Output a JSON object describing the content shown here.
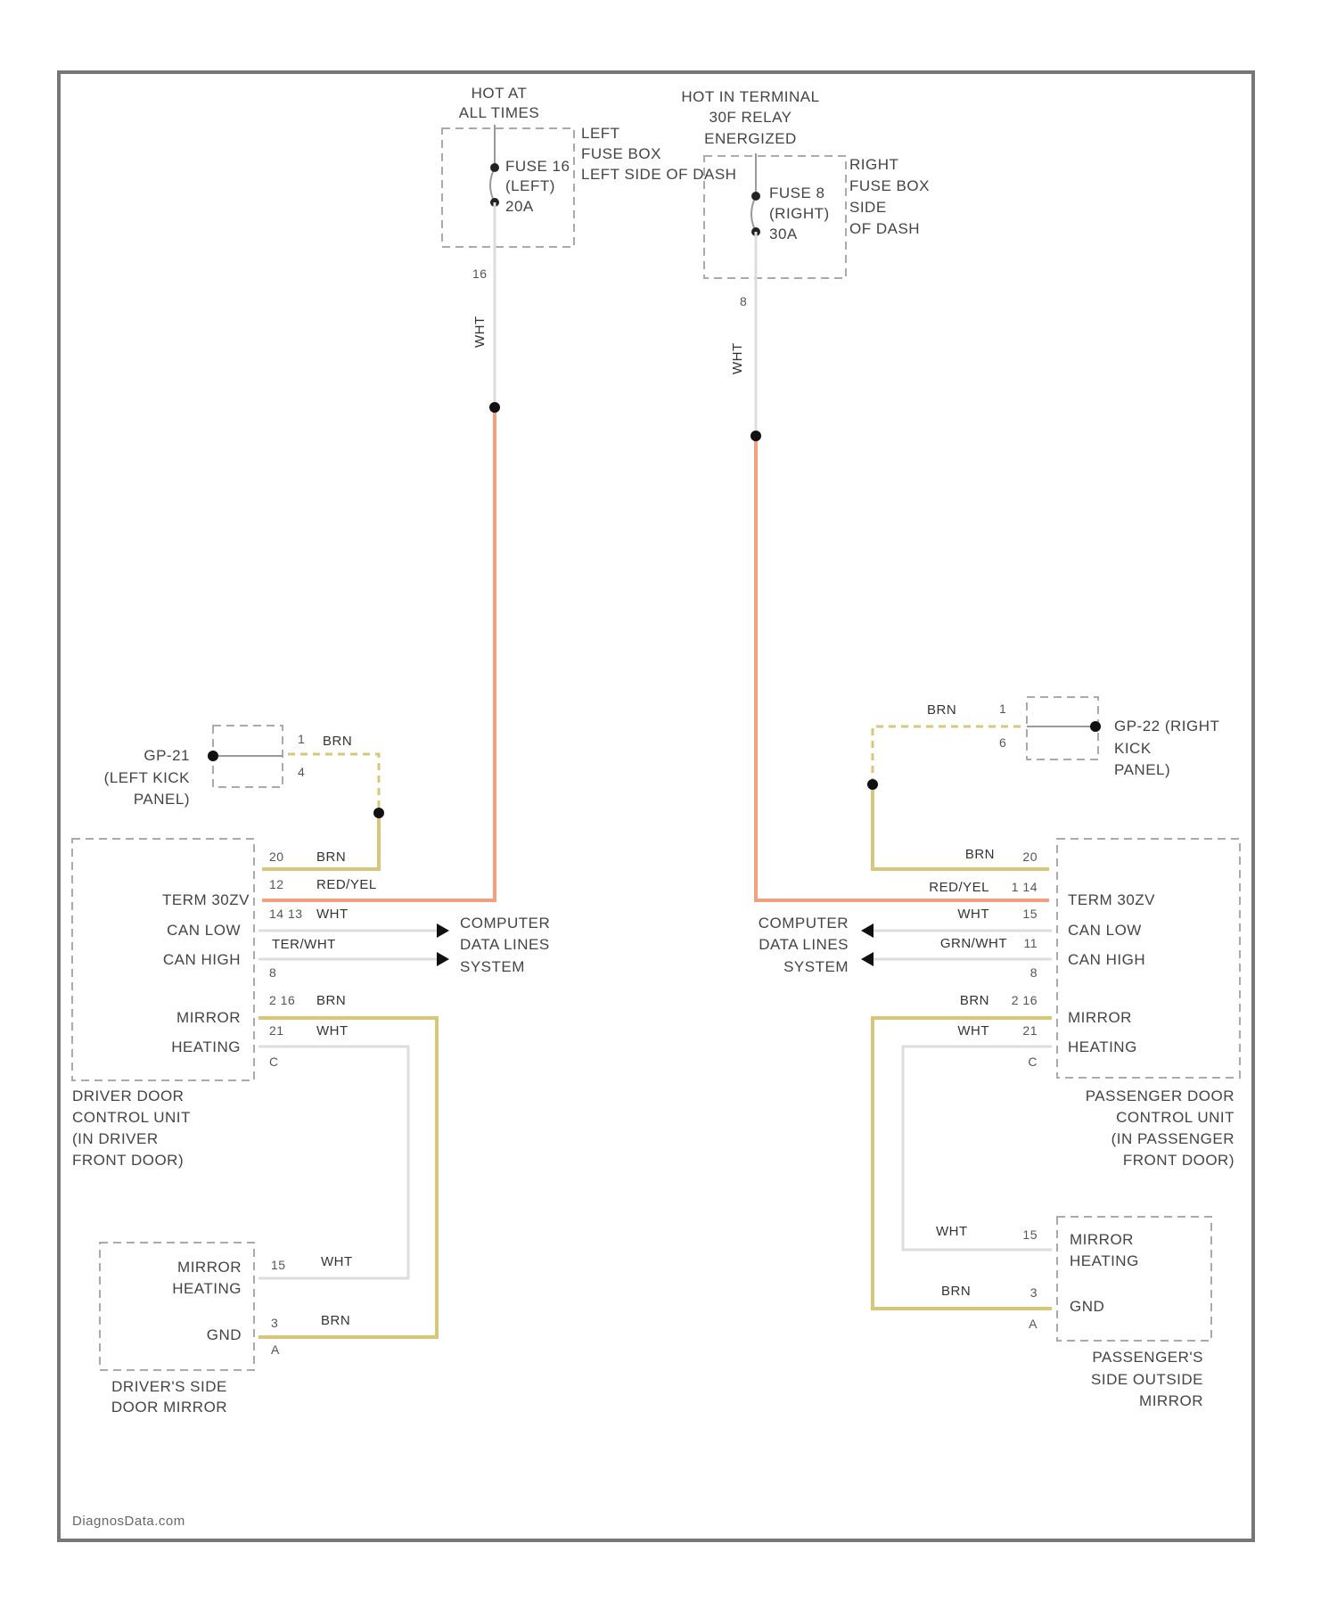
{
  "colors": {
    "red_yel": "#f4a07e",
    "brn": "#d8c67a",
    "wht": "#d6d6d6",
    "frame": "#777777",
    "splice": "#111111"
  },
  "fuse_left": {
    "source": [
      "HOT AT",
      "ALL TIMES"
    ],
    "box": [
      "LEFT",
      "FUSE BOX",
      "LEFT SIDE OF DASH"
    ],
    "fuse": [
      "FUSE 16",
      "(LEFT)",
      "20A"
    ],
    "pin": "16",
    "wire": "WHT"
  },
  "fuse_right": {
    "source": [
      "HOT IN TERMINAL",
      "30F RELAY",
      "ENERGIZED"
    ],
    "box": [
      "RIGHT",
      "FUSE BOX",
      "SIDE",
      "OF DASH"
    ],
    "fuse": [
      "FUSE 8",
      "(RIGHT)",
      "30A"
    ],
    "pin": "8",
    "wire": "WHT"
  },
  "ground_left": {
    "label": [
      "GP-21",
      "(LEFT KICK",
      "PANEL)"
    ],
    "pins": [
      "1",
      "4"
    ],
    "wire": "BRN"
  },
  "ground_right": {
    "label": [
      "GP-22 (RIGHT",
      "KICK",
      "PANEL)"
    ],
    "pins": [
      "1",
      "6"
    ],
    "wire": "BRN"
  },
  "dcu_left": {
    "terminals": [
      "TERM 30ZV",
      "CAN LOW",
      "CAN HIGH",
      "MIRROR",
      "HEATING"
    ],
    "pins": [
      "20",
      "12",
      "14 13",
      "8",
      "2 16",
      "21",
      "C"
    ],
    "wires": [
      "BRN",
      "RED/YEL",
      "WHT",
      "TER/WHT",
      "BRN",
      "WHT"
    ],
    "label": [
      "DRIVER DOOR",
      "CONTROL UNIT",
      "(IN DRIVER",
      "FRONT DOOR)"
    ]
  },
  "dcu_right": {
    "terminals": [
      "TERM 30ZV",
      "CAN LOW",
      "CAN HIGH",
      "MIRROR",
      "HEATING"
    ],
    "pins": [
      "20",
      "1 14",
      "15",
      "11",
      "8",
      "2 16",
      "21",
      "C"
    ],
    "wires": [
      "BRN",
      "RED/YEL",
      "WHT",
      "GRN/WHT",
      "BRN",
      "WHT"
    ],
    "label": [
      "PASSENGER DOOR",
      "CONTROL UNIT",
      "(IN PASSENGER",
      "FRONT DOOR)"
    ]
  },
  "data_lines": [
    "COMPUTER",
    "DATA LINES",
    "SYSTEM"
  ],
  "mirror_left": {
    "terminals": [
      "MIRROR",
      "HEATING",
      "GND"
    ],
    "pins": [
      "15",
      "3",
      "A"
    ],
    "wires": [
      "WHT",
      "BRN"
    ],
    "label": [
      "DRIVER'S SIDE",
      "DOOR MIRROR"
    ]
  },
  "mirror_right": {
    "terminals": [
      "MIRROR",
      "HEATING",
      "GND"
    ],
    "pins": [
      "15",
      "3",
      "A"
    ],
    "wires": [
      "WHT",
      "BRN"
    ],
    "label": [
      "PASSENGER'S",
      "SIDE OUTSIDE",
      "MIRROR"
    ]
  },
  "watermark": "DiagnosData.com"
}
